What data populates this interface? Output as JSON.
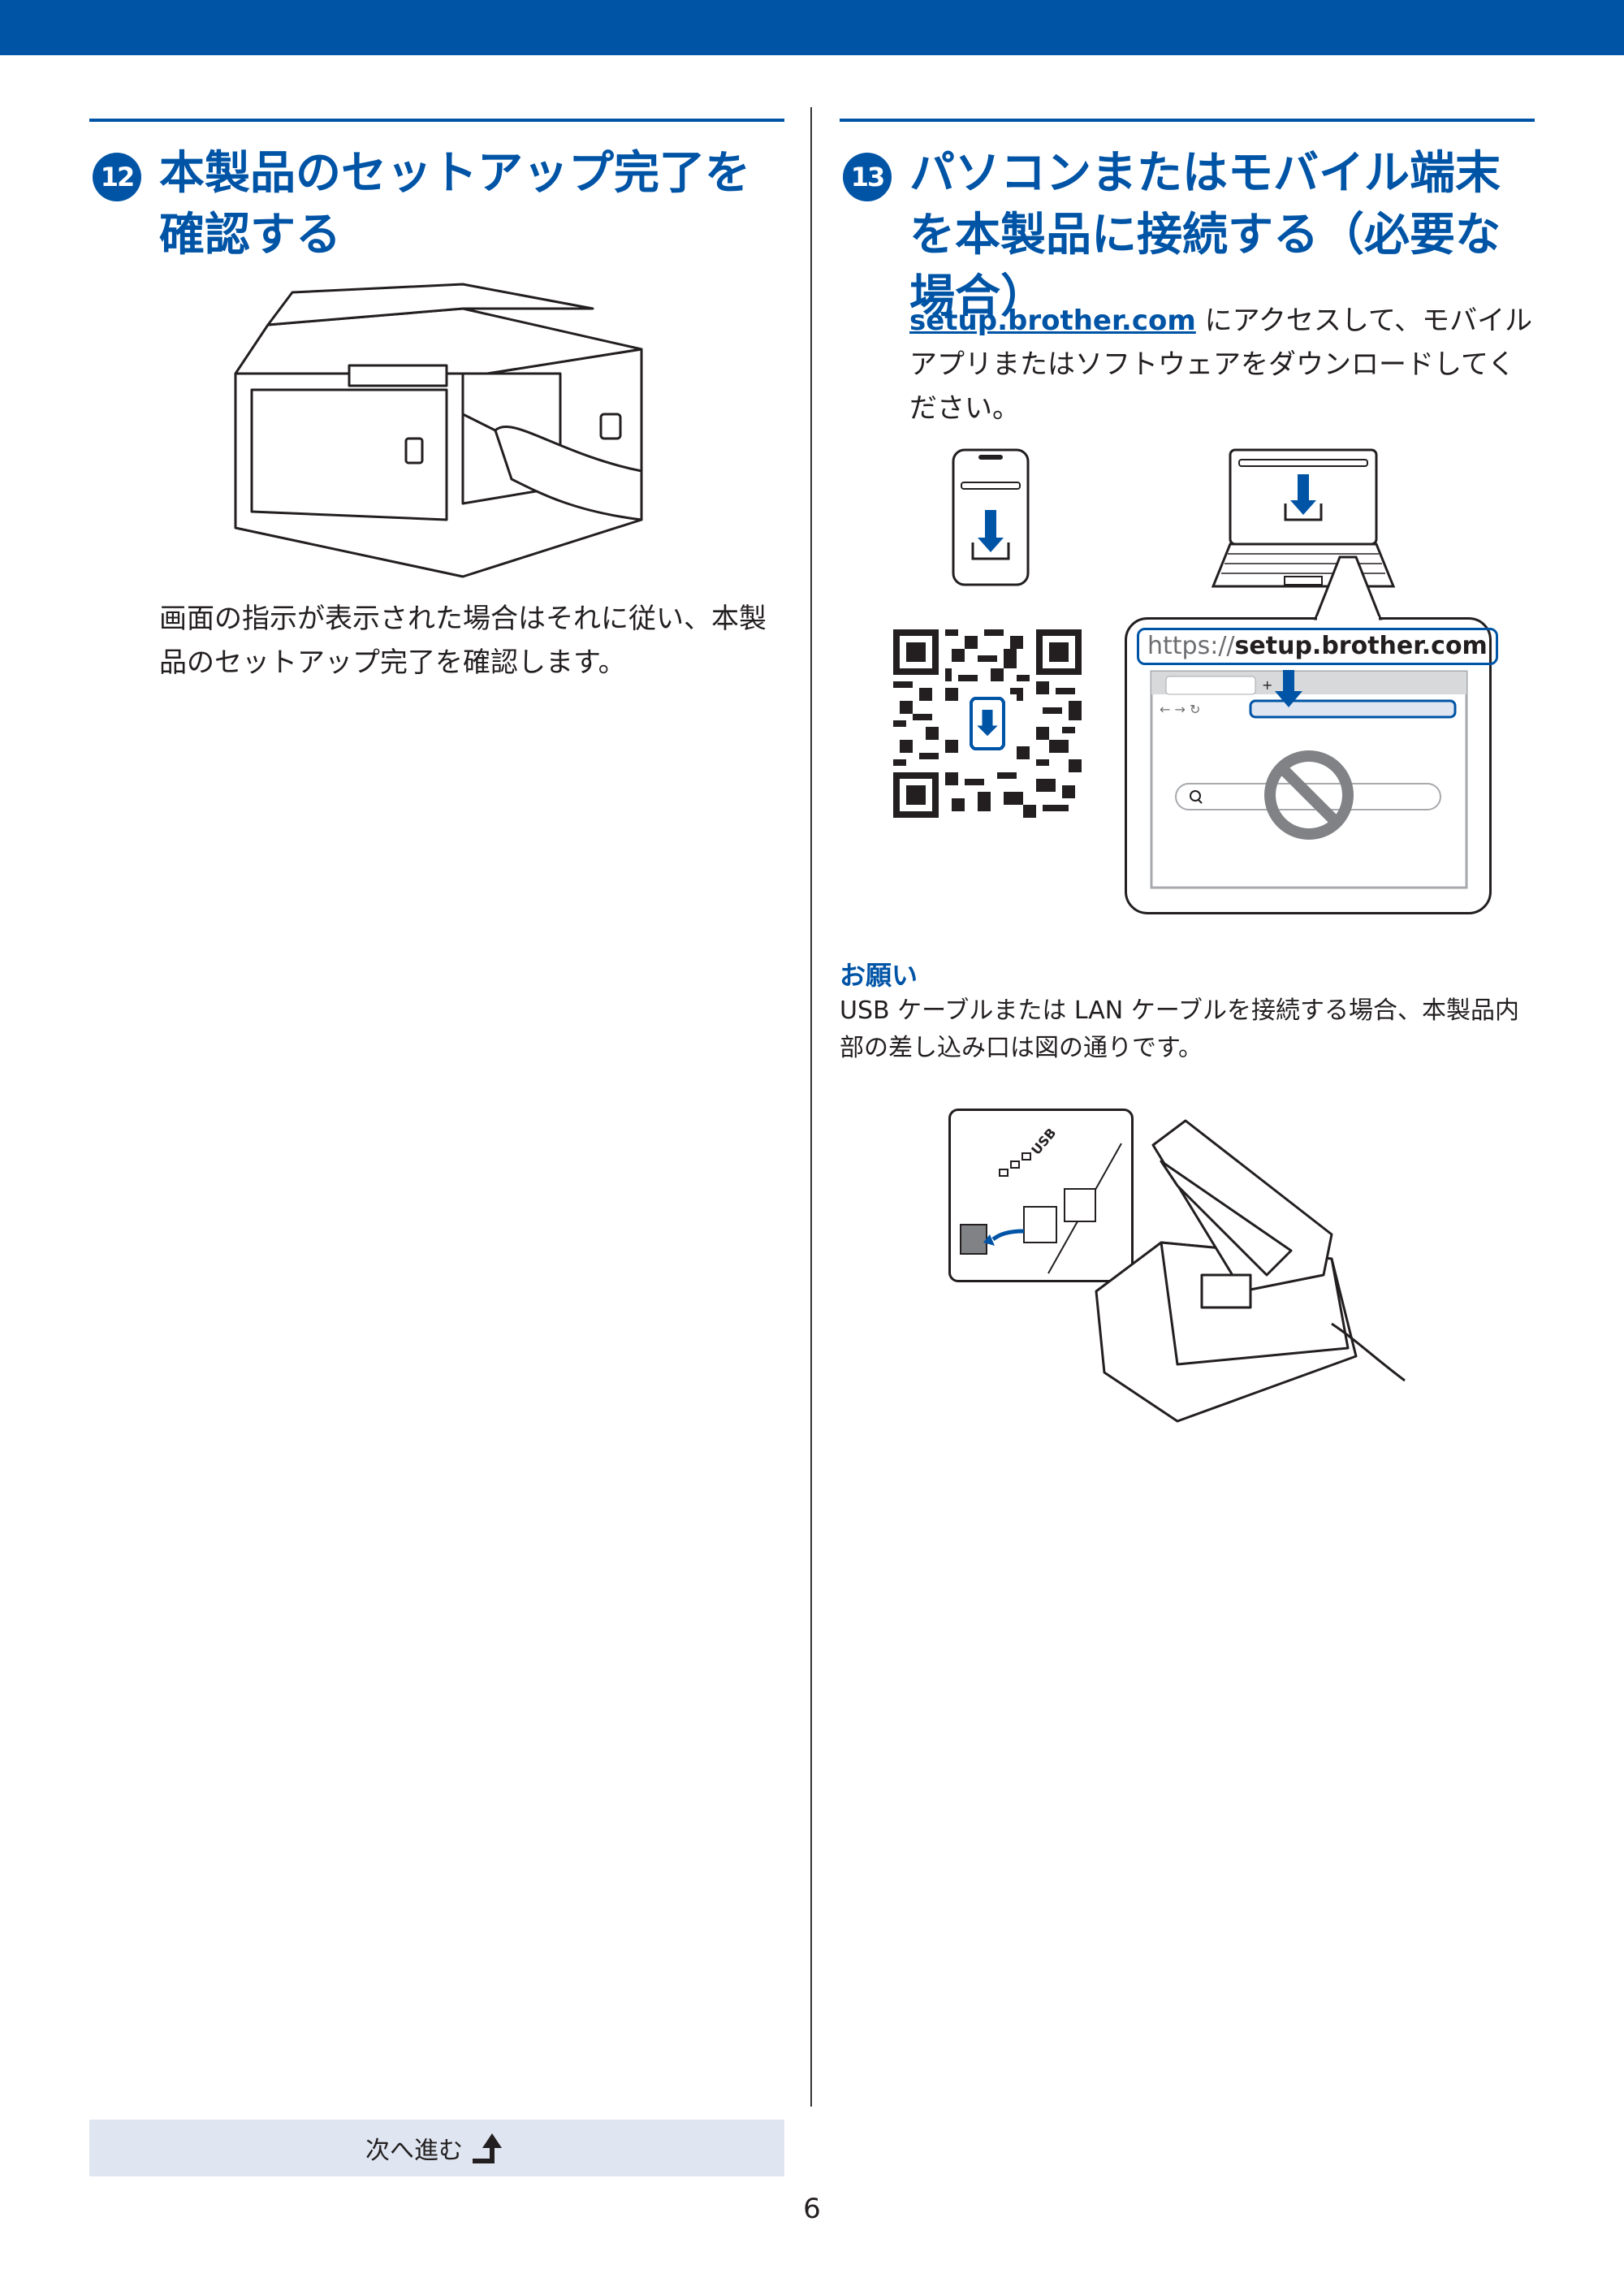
{
  "left": {
    "step": "12",
    "heading": "本製品のセットアップ完了を確認する",
    "body": "画面の指示が表示された場合はそれに従い、本製品のセットアップ完了を確認します。"
  },
  "right": {
    "step": "13",
    "heading": "パソコンまたはモバイル端末を本製品に接続する（必要な場合）",
    "link": "setup.brother.com",
    "body_rest": " にアクセスして、モバイルアプリまたはソフトウェアをダウンロードしてください。",
    "url_prefix": "https://",
    "url_domain": "setup.brother.com",
    "note_title": "お願い",
    "note_text": "USB ケーブルまたは LAN ケーブルを接続する場合、本製品内部の差し込み口は図の通りです。",
    "usb_label": "USB"
  },
  "footer": {
    "next_label": "次へ進む",
    "page_number": "6"
  },
  "colors": {
    "brand": "#0054a6",
    "footer_bar": "#dfe6f1"
  }
}
